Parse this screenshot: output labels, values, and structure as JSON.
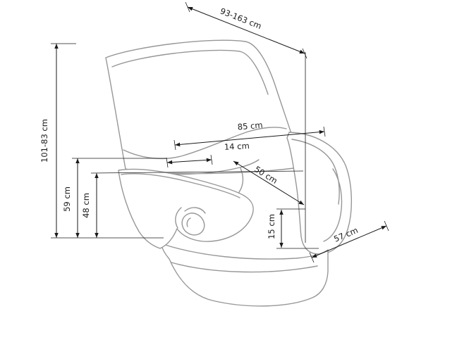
{
  "diagram": {
    "background": "#ffffff",
    "chair_line_color": "#979797",
    "dimension_line_color": "#1a1a1a",
    "labels": {
      "recline_range": "93-163 cm",
      "height_range": "101-83 cm",
      "back_height": "59 cm",
      "seat_height": "48 cm",
      "total_width": "85 cm",
      "armrest_width": "14 cm",
      "seat_depth": "50 cm",
      "clearance": "15 cm",
      "front_width": "57 cm"
    }
  }
}
